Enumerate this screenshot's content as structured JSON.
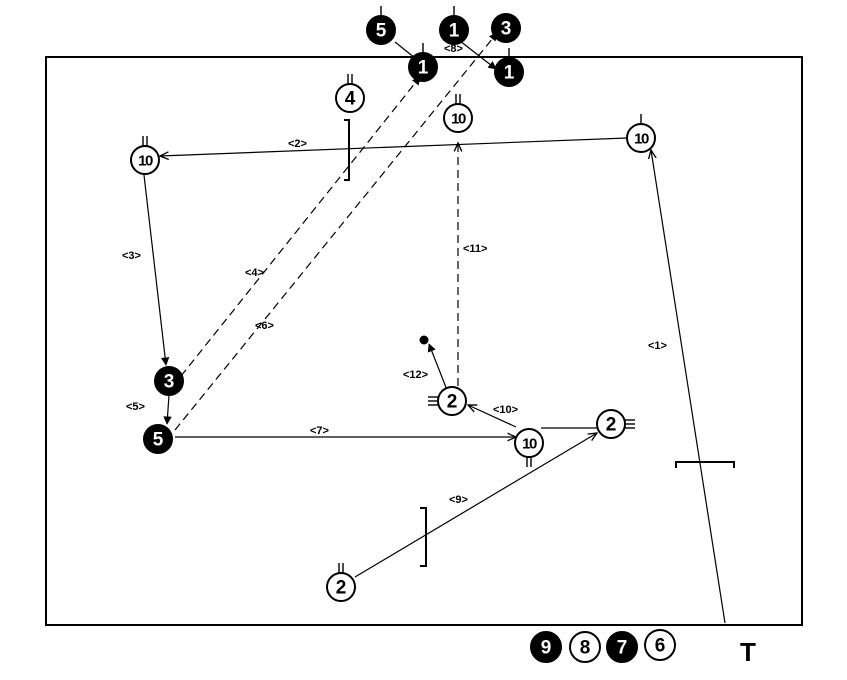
{
  "court": {
    "coach_label": "T"
  },
  "players": [
    {
      "id": "p10_right_top",
      "num": "10",
      "filled": false,
      "marker": "single"
    },
    {
      "id": "p10_left_top",
      "num": "10",
      "filled": false,
      "marker": "double"
    },
    {
      "id": "p10_mid_top",
      "num": "10",
      "filled": false,
      "marker": "double"
    },
    {
      "id": "p4",
      "num": "4",
      "filled": false,
      "marker": "double"
    },
    {
      "id": "p3_left",
      "num": "3",
      "filled": true,
      "marker": ""
    },
    {
      "id": "p5_left",
      "num": "5",
      "filled": true,
      "marker": ""
    },
    {
      "id": "p1_a",
      "num": "1",
      "filled": true,
      "marker": "single"
    },
    {
      "id": "p1_b",
      "num": "1",
      "filled": true,
      "marker": "single"
    },
    {
      "id": "p1_c",
      "num": "1",
      "filled": true,
      "marker": "single"
    },
    {
      "id": "p5_top",
      "num": "5",
      "filled": true,
      "marker": "single"
    },
    {
      "id": "p3_top",
      "num": "3",
      "filled": true,
      "marker": ""
    },
    {
      "id": "p2_center",
      "num": "2",
      "filled": false,
      "marker": "triple"
    },
    {
      "id": "p10_center",
      "num": "10",
      "filled": false,
      "marker": "double"
    },
    {
      "id": "p2_right",
      "num": "2",
      "filled": false,
      "marker": "triple"
    },
    {
      "id": "p2_bottom",
      "num": "2",
      "filled": false,
      "marker": "double"
    },
    {
      "id": "p9_bench",
      "num": "9",
      "filled": true,
      "marker": ""
    },
    {
      "id": "p8_bench",
      "num": "8",
      "filled": false,
      "marker": ""
    },
    {
      "id": "p7_bench",
      "num": "7",
      "filled": true,
      "marker": ""
    },
    {
      "id": "p6_bench",
      "num": "6",
      "filled": false,
      "marker": ""
    }
  ],
  "paths": [
    {
      "id": "<1>",
      "label": "<1>",
      "style": "solid"
    },
    {
      "id": "<2>",
      "label": "<2>",
      "style": "solid"
    },
    {
      "id": "<3>",
      "label": "<3>",
      "style": "solid"
    },
    {
      "id": "<4>",
      "label": "<4>",
      "style": "dashed"
    },
    {
      "id": "<5>",
      "label": "<5>",
      "style": "solid"
    },
    {
      "id": "<6>",
      "label": "<6>",
      "style": "dashed"
    },
    {
      "id": "<7>",
      "label": "<7>",
      "style": "solid"
    },
    {
      "id": "<8>",
      "label": "<8>",
      "style": "solid"
    },
    {
      "id": "<9>",
      "label": "<9>",
      "style": "solid"
    },
    {
      "id": "<10>",
      "label": "<10>",
      "style": "solid"
    },
    {
      "id": "<11>",
      "label": "<11>",
      "style": "dashed"
    },
    {
      "id": "<12>",
      "label": "<12>",
      "style": "solid"
    }
  ],
  "colors": {
    "line": "#000000",
    "filled_player": "#000000",
    "open_player": "#ffffff"
  }
}
